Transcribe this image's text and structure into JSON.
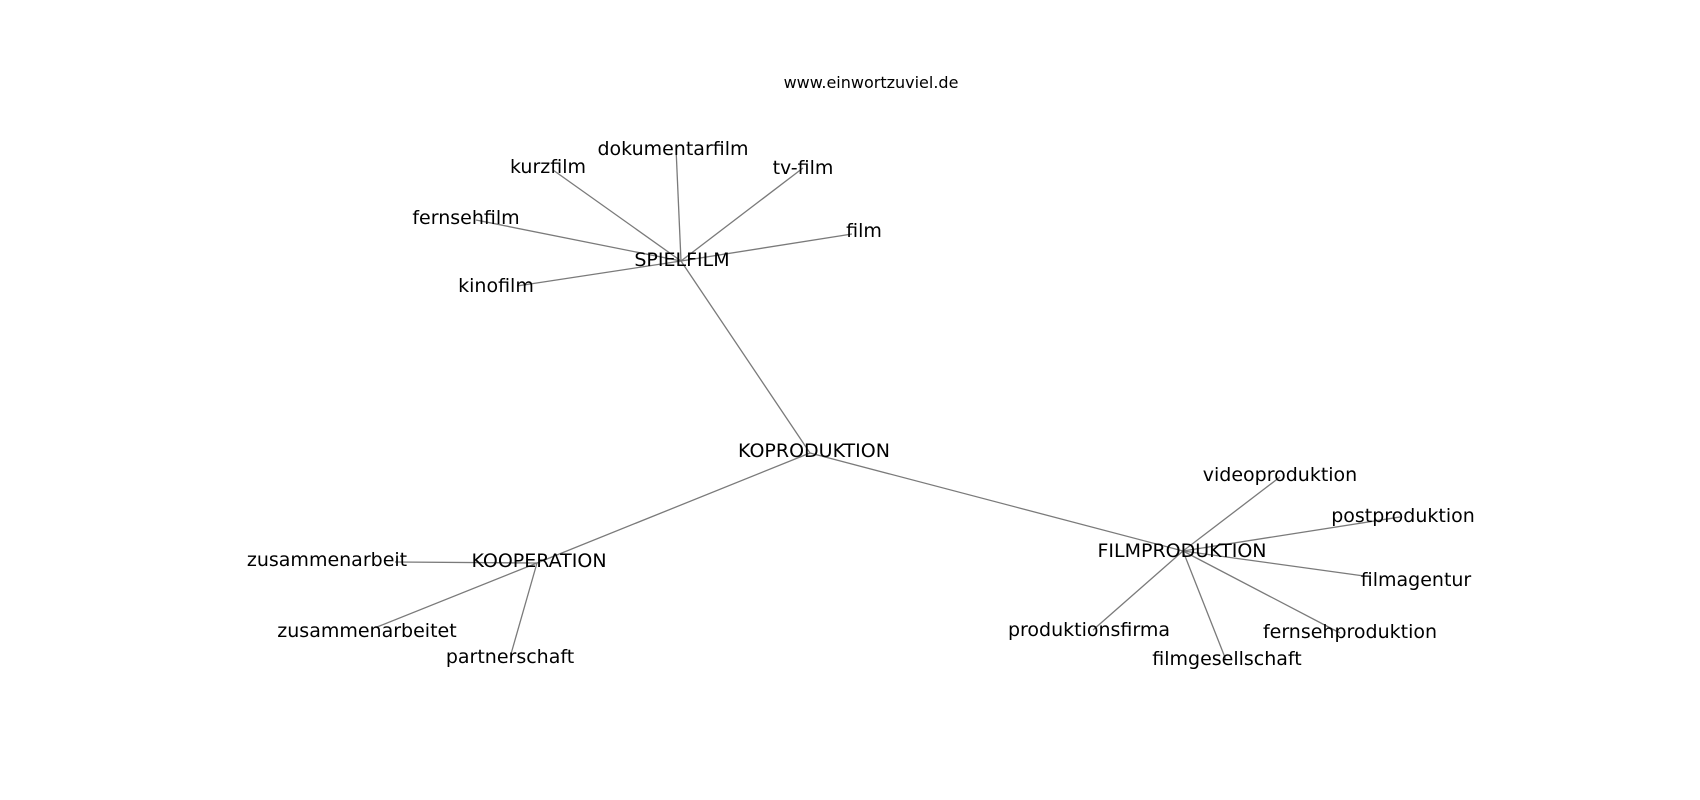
{
  "header": {
    "watermark": "www.einwortzuviel.de"
  },
  "graph": {
    "nodes": [
      {
        "id": "koproduktion",
        "label": "KOPRODUKTION"
      },
      {
        "id": "spielfilm",
        "label": "SPIELFILM"
      },
      {
        "id": "kooperation",
        "label": "KOOPERATION"
      },
      {
        "id": "filmproduktion",
        "label": "FILMPRODUKTION"
      },
      {
        "id": "dokumentarfilm",
        "label": "dokumentarfilm"
      },
      {
        "id": "kurzfilm",
        "label": "kurzfilm"
      },
      {
        "id": "tv-film",
        "label": "tv-film"
      },
      {
        "id": "fernsehfilm",
        "label": "fernsehfilm"
      },
      {
        "id": "film",
        "label": "film"
      },
      {
        "id": "kinofilm",
        "label": "kinofilm"
      },
      {
        "id": "zusammenarbeit",
        "label": "zusammenarbeit"
      },
      {
        "id": "zusammenarbeitet",
        "label": "zusammenarbeitet"
      },
      {
        "id": "partnerschaft",
        "label": "partnerschaft"
      },
      {
        "id": "videoproduktion",
        "label": "videoproduktion"
      },
      {
        "id": "postproduktion",
        "label": "postproduktion"
      },
      {
        "id": "filmagentur",
        "label": "filmagentur"
      },
      {
        "id": "produktionsfirma",
        "label": "produktionsfirma"
      },
      {
        "id": "fernsehproduktion",
        "label": "fernsehproduktion"
      },
      {
        "id": "filmgesellschaft",
        "label": "filmgesellschaft"
      }
    ],
    "edges": [
      [
        "koproduktion",
        "spielfilm"
      ],
      [
        "koproduktion",
        "kooperation"
      ],
      [
        "koproduktion",
        "filmproduktion"
      ],
      [
        "spielfilm",
        "dokumentarfilm"
      ],
      [
        "spielfilm",
        "kurzfilm"
      ],
      [
        "spielfilm",
        "tv-film"
      ],
      [
        "spielfilm",
        "fernsehfilm"
      ],
      [
        "spielfilm",
        "film"
      ],
      [
        "spielfilm",
        "kinofilm"
      ],
      [
        "kooperation",
        "zusammenarbeit"
      ],
      [
        "kooperation",
        "zusammenarbeitet"
      ],
      [
        "kooperation",
        "partnerschaft"
      ],
      [
        "filmproduktion",
        "videoproduktion"
      ],
      [
        "filmproduktion",
        "postproduktion"
      ],
      [
        "filmproduktion",
        "filmagentur"
      ],
      [
        "filmproduktion",
        "produktionsfirma"
      ],
      [
        "filmproduktion",
        "fernsehproduktion"
      ],
      [
        "filmproduktion",
        "filmgesellschaft"
      ]
    ]
  }
}
